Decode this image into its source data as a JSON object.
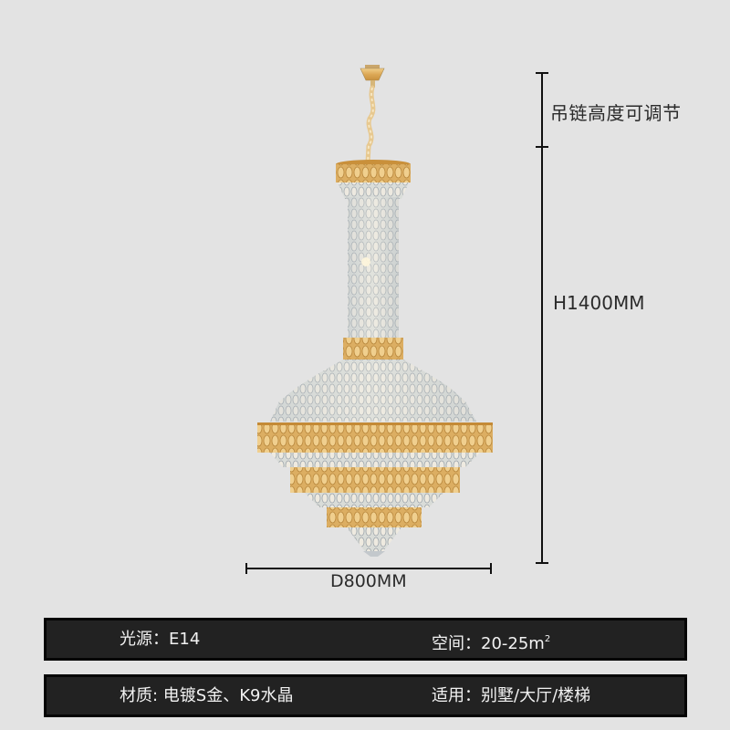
{
  "product_image": {
    "subject": "Gold and crystal multi-tier chandelier",
    "icon": "chandelier-illustration"
  },
  "dimensions": {
    "chain_note": "吊链高度可调节",
    "height": "H1400MM",
    "diameter": "D800MM"
  },
  "specs": {
    "row1": {
      "left": {
        "label": "光源：",
        "value": "E14"
      },
      "right": {
        "label": "空间：",
        "value": "20-25m",
        "superscript": "2"
      }
    },
    "row2": {
      "left": {
        "label": "材质: ",
        "value": "电镀S金、K9水晶"
      },
      "right": {
        "label": "适用：",
        "value": "别墅/大厅/楼梯"
      }
    }
  },
  "colors": {
    "background": "#e3e3e3",
    "bar_fill": "#222222",
    "bar_border": "#050505",
    "bar_text": "#f2f2f2",
    "gold": "#d9a94e",
    "crystal": "#c9ced2"
  }
}
